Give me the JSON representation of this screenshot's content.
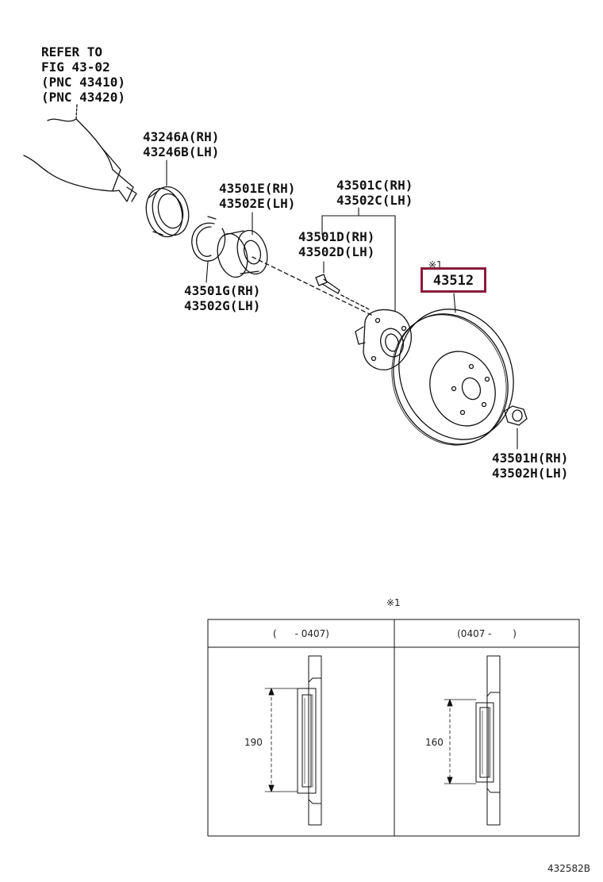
{
  "labels": {
    "refer": [
      "REFER TO",
      "FIG 43-02",
      "(PNC 43410)",
      "(PNC 43420)"
    ],
    "p43246": [
      "43246A(RH)",
      "43246B(LH)"
    ],
    "p43501e": [
      "43501E(RH)",
      "43502E(LH)"
    ],
    "p43501c": [
      "43501C(RH)",
      "43502C(LH)"
    ],
    "p43501d": [
      "43501D(RH)",
      "43502D(LH)"
    ],
    "p43501g": [
      "43501G(RH)",
      "43502G(LH)"
    ],
    "p43501h": [
      "43501H(RH)",
      "43502H(LH)"
    ],
    "highlighted_part": "43512",
    "note_mark": "※1"
  },
  "detail_table": {
    "note_mark": "※1",
    "columns": [
      {
        "header": "(      - 0407)",
        "dimension": "190"
      },
      {
        "header": "(0407 -       )",
        "dimension": "160"
      }
    ]
  },
  "figure_code": "432582B",
  "colors": {
    "highlight": "#8b1a3c",
    "line": "#111111"
  }
}
